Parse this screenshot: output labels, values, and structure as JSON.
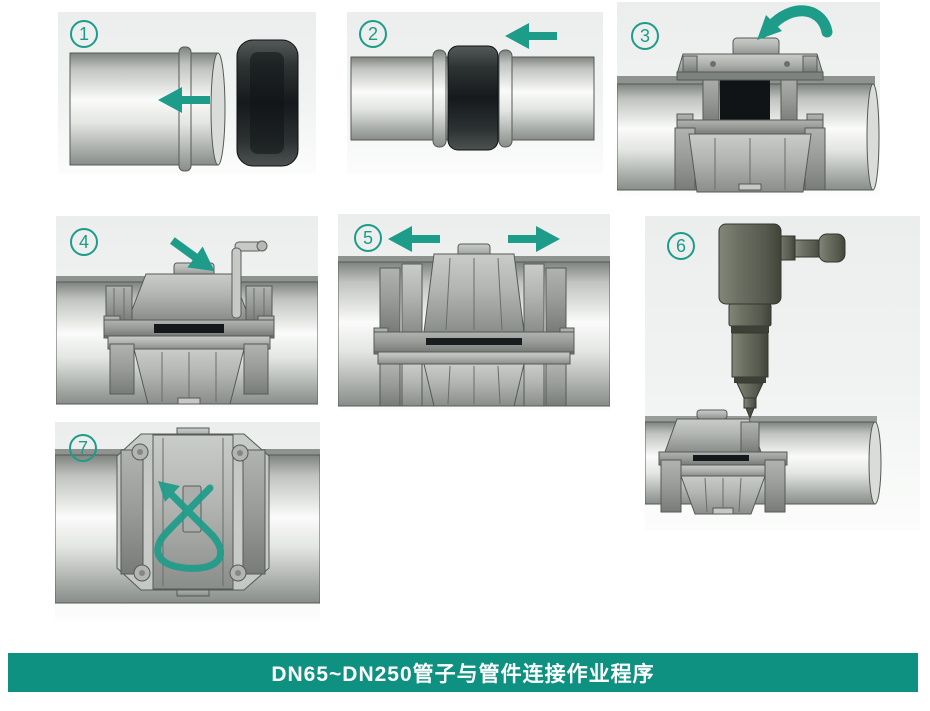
{
  "banner": {
    "text": "DN65~DN250管子与管件连接作业程序",
    "bg_color": "#0f9181",
    "text_color": "#ffffff"
  },
  "colors": {
    "accent": "#1d9c8a",
    "banner_bg": "#0f9181",
    "banner_text": "#ffffff",
    "panel_bg": "#eef1f0",
    "gasket_dark": "#15181a",
    "pipe_metal_light": "#fafbfa",
    "pipe_metal_dark": "#898d89"
  },
  "steps": [
    {
      "number": "1",
      "icons": [
        "arrow-left-icon"
      ]
    },
    {
      "number": "2",
      "icons": [
        "arrow-left-icon"
      ]
    },
    {
      "number": "3",
      "icons": [
        "flip-over-arrow-icon"
      ]
    },
    {
      "number": "4",
      "icons": [
        "arrow-down-right-icon"
      ]
    },
    {
      "number": "5",
      "icons": [
        "arrow-left-icon",
        "arrow-right-icon"
      ]
    },
    {
      "number": "6",
      "icons": []
    },
    {
      "number": "7",
      "icons": [
        "cross-tighten-arrow-icon"
      ]
    }
  ]
}
